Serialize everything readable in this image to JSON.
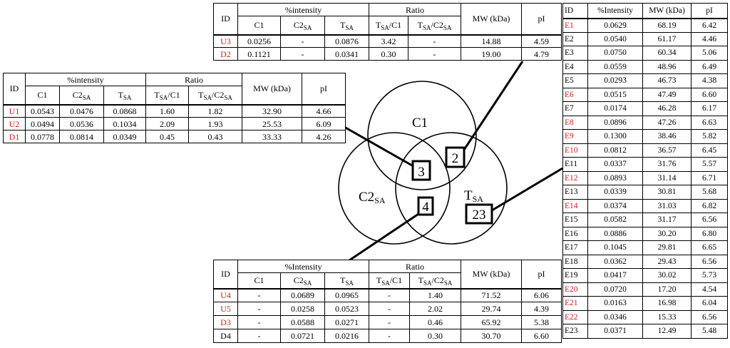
{
  "colors": {
    "highlight_red": "#d6201f",
    "line": "#000000"
  },
  "venn": {
    "c1_label": "C1",
    "c2sa_label_main": "C2",
    "c2sa_label_sub": "SA",
    "tsa_label_main": "T",
    "tsa_label_sub": "SA",
    "counts": {
      "c1_tsa": "2",
      "center": "3",
      "c2sa_tsa": "4",
      "tsa_only": "23"
    }
  },
  "header": {
    "id": "ID",
    "intensity_a": "%intensity",
    "intensity_b": "%Intensity",
    "ratio": "Ratio",
    "mw": "MW (kDa)",
    "pi": "pI",
    "c1": "C1",
    "c2": "C2",
    "t": "T",
    "sa": "SA",
    "slash_c1": "/C1",
    "slash_c2": "/C2"
  },
  "table_top": {
    "rows": [
      {
        "id": "U3",
        "c1": "0.0256",
        "c2sa": "-",
        "tsa": "0.0876",
        "r1": "3.42",
        "r2": "-",
        "mw": "14.88",
        "pi": "4.59"
      },
      {
        "id": "D2",
        "c1": "0.1121",
        "c2sa": "-",
        "tsa": "0.0341",
        "r1": "0.30",
        "r2": "-",
        "mw": "19.00",
        "pi": "4.79"
      }
    ]
  },
  "table_left": {
    "rows": [
      {
        "id": "U1",
        "c1": "0.0543",
        "c2sa": "0.0476",
        "tsa": "0.0868",
        "r1": "1.60",
        "r2": "1.82",
        "mw": "32.90",
        "pi": "4.66"
      },
      {
        "id": "U2",
        "c1": "0.0494",
        "c2sa": "0.0536",
        "tsa": "0.1034",
        "r1": "2.09",
        "r2": "1.93",
        "mw": "25.53",
        "pi": "6.09"
      },
      {
        "id": "D1",
        "c1": "0.0778",
        "c2sa": "0.0814",
        "tsa": "0.0349",
        "r1": "0.45",
        "r2": "0.43",
        "mw": "33.33",
        "pi": "4.26"
      }
    ]
  },
  "table_bottom": {
    "rows": [
      {
        "id": "U4",
        "c1": "-",
        "c2sa": "0.0689",
        "tsa": "0.0965",
        "r1": "-",
        "r2": "1.40",
        "mw": "71.52",
        "pi": "6.06"
      },
      {
        "id": "U5",
        "c1": "-",
        "c2sa": "0.0258",
        "tsa": "0.0523",
        "r1": "-",
        "r2": "2.02",
        "mw": "29.74",
        "pi": "4.39"
      },
      {
        "id": "D3",
        "c1": "-",
        "c2sa": "0.0588",
        "tsa": "0.0271",
        "r1": "-",
        "r2": "0.46",
        "mw": "65.92",
        "pi": "5.38"
      },
      {
        "id": "D4",
        "c1": "-",
        "c2sa": "0.0721",
        "tsa": "0.0216",
        "r1": "-",
        "r2": "0.30",
        "mw": "30.70",
        "pi": "6.60"
      }
    ]
  },
  "table_right": {
    "rows": [
      {
        "id": "E1",
        "intensity": "0.0629",
        "mw": "68.19",
        "pi": "6.42"
      },
      {
        "id": "E2",
        "intensity": "0.0540",
        "mw": "61.17",
        "pi": "4.46"
      },
      {
        "id": "E3",
        "intensity": "0.0750",
        "mw": "60.34",
        "pi": "5.06"
      },
      {
        "id": "E4",
        "intensity": "0.0559",
        "mw": "48.96",
        "pi": "6.49"
      },
      {
        "id": "E5",
        "intensity": "0.0293",
        "mw": "46.73",
        "pi": "4.38"
      },
      {
        "id": "E6",
        "intensity": "0.0515",
        "mw": "47.49",
        "pi": "6.60"
      },
      {
        "id": "E7",
        "intensity": "0.0174",
        "mw": "46.28",
        "pi": "6.17"
      },
      {
        "id": "E8",
        "intensity": "0.0896",
        "mw": "47.26",
        "pi": "6.63"
      },
      {
        "id": "E9",
        "intensity": "0.1300",
        "mw": "38.46",
        "pi": "5.82"
      },
      {
        "id": "E10",
        "intensity": "0.0812",
        "mw": "36.57",
        "pi": "6.45"
      },
      {
        "id": "E11",
        "intensity": "0.0337",
        "mw": "31.76",
        "pi": "5.57"
      },
      {
        "id": "E12",
        "intensity": "0.0893",
        "mw": "31.14",
        "pi": "6.71"
      },
      {
        "id": "E13",
        "intensity": "0.0339",
        "mw": "30.81",
        "pi": "5.68"
      },
      {
        "id": "E14",
        "intensity": "0.0374",
        "mw": "31.03",
        "pi": "6.82"
      },
      {
        "id": "E15",
        "intensity": "0.0582",
        "mw": "31.17",
        "pi": "6.56"
      },
      {
        "id": "E16",
        "intensity": "0.0886",
        "mw": "30.20",
        "pi": "6.80"
      },
      {
        "id": "E17",
        "intensity": "0.1045",
        "mw": "29.81",
        "pi": "6.65"
      },
      {
        "id": "E18",
        "intensity": "0.0362",
        "mw": "29.43",
        "pi": "6.56"
      },
      {
        "id": "E19",
        "intensity": "0.0417",
        "mw": "30.02",
        "pi": "5.73"
      },
      {
        "id": "E20",
        "intensity": "0.0720",
        "mw": "17.20",
        "pi": "4.54"
      },
      {
        "id": "E21",
        "intensity": "0.0163",
        "mw": "16.98",
        "pi": "6.04"
      },
      {
        "id": "E22",
        "intensity": "0.0346",
        "mw": "15.33",
        "pi": "6.56"
      },
      {
        "id": "E23",
        "intensity": "0.0371",
        "mw": "12.49",
        "pi": "5.48"
      }
    ]
  }
}
